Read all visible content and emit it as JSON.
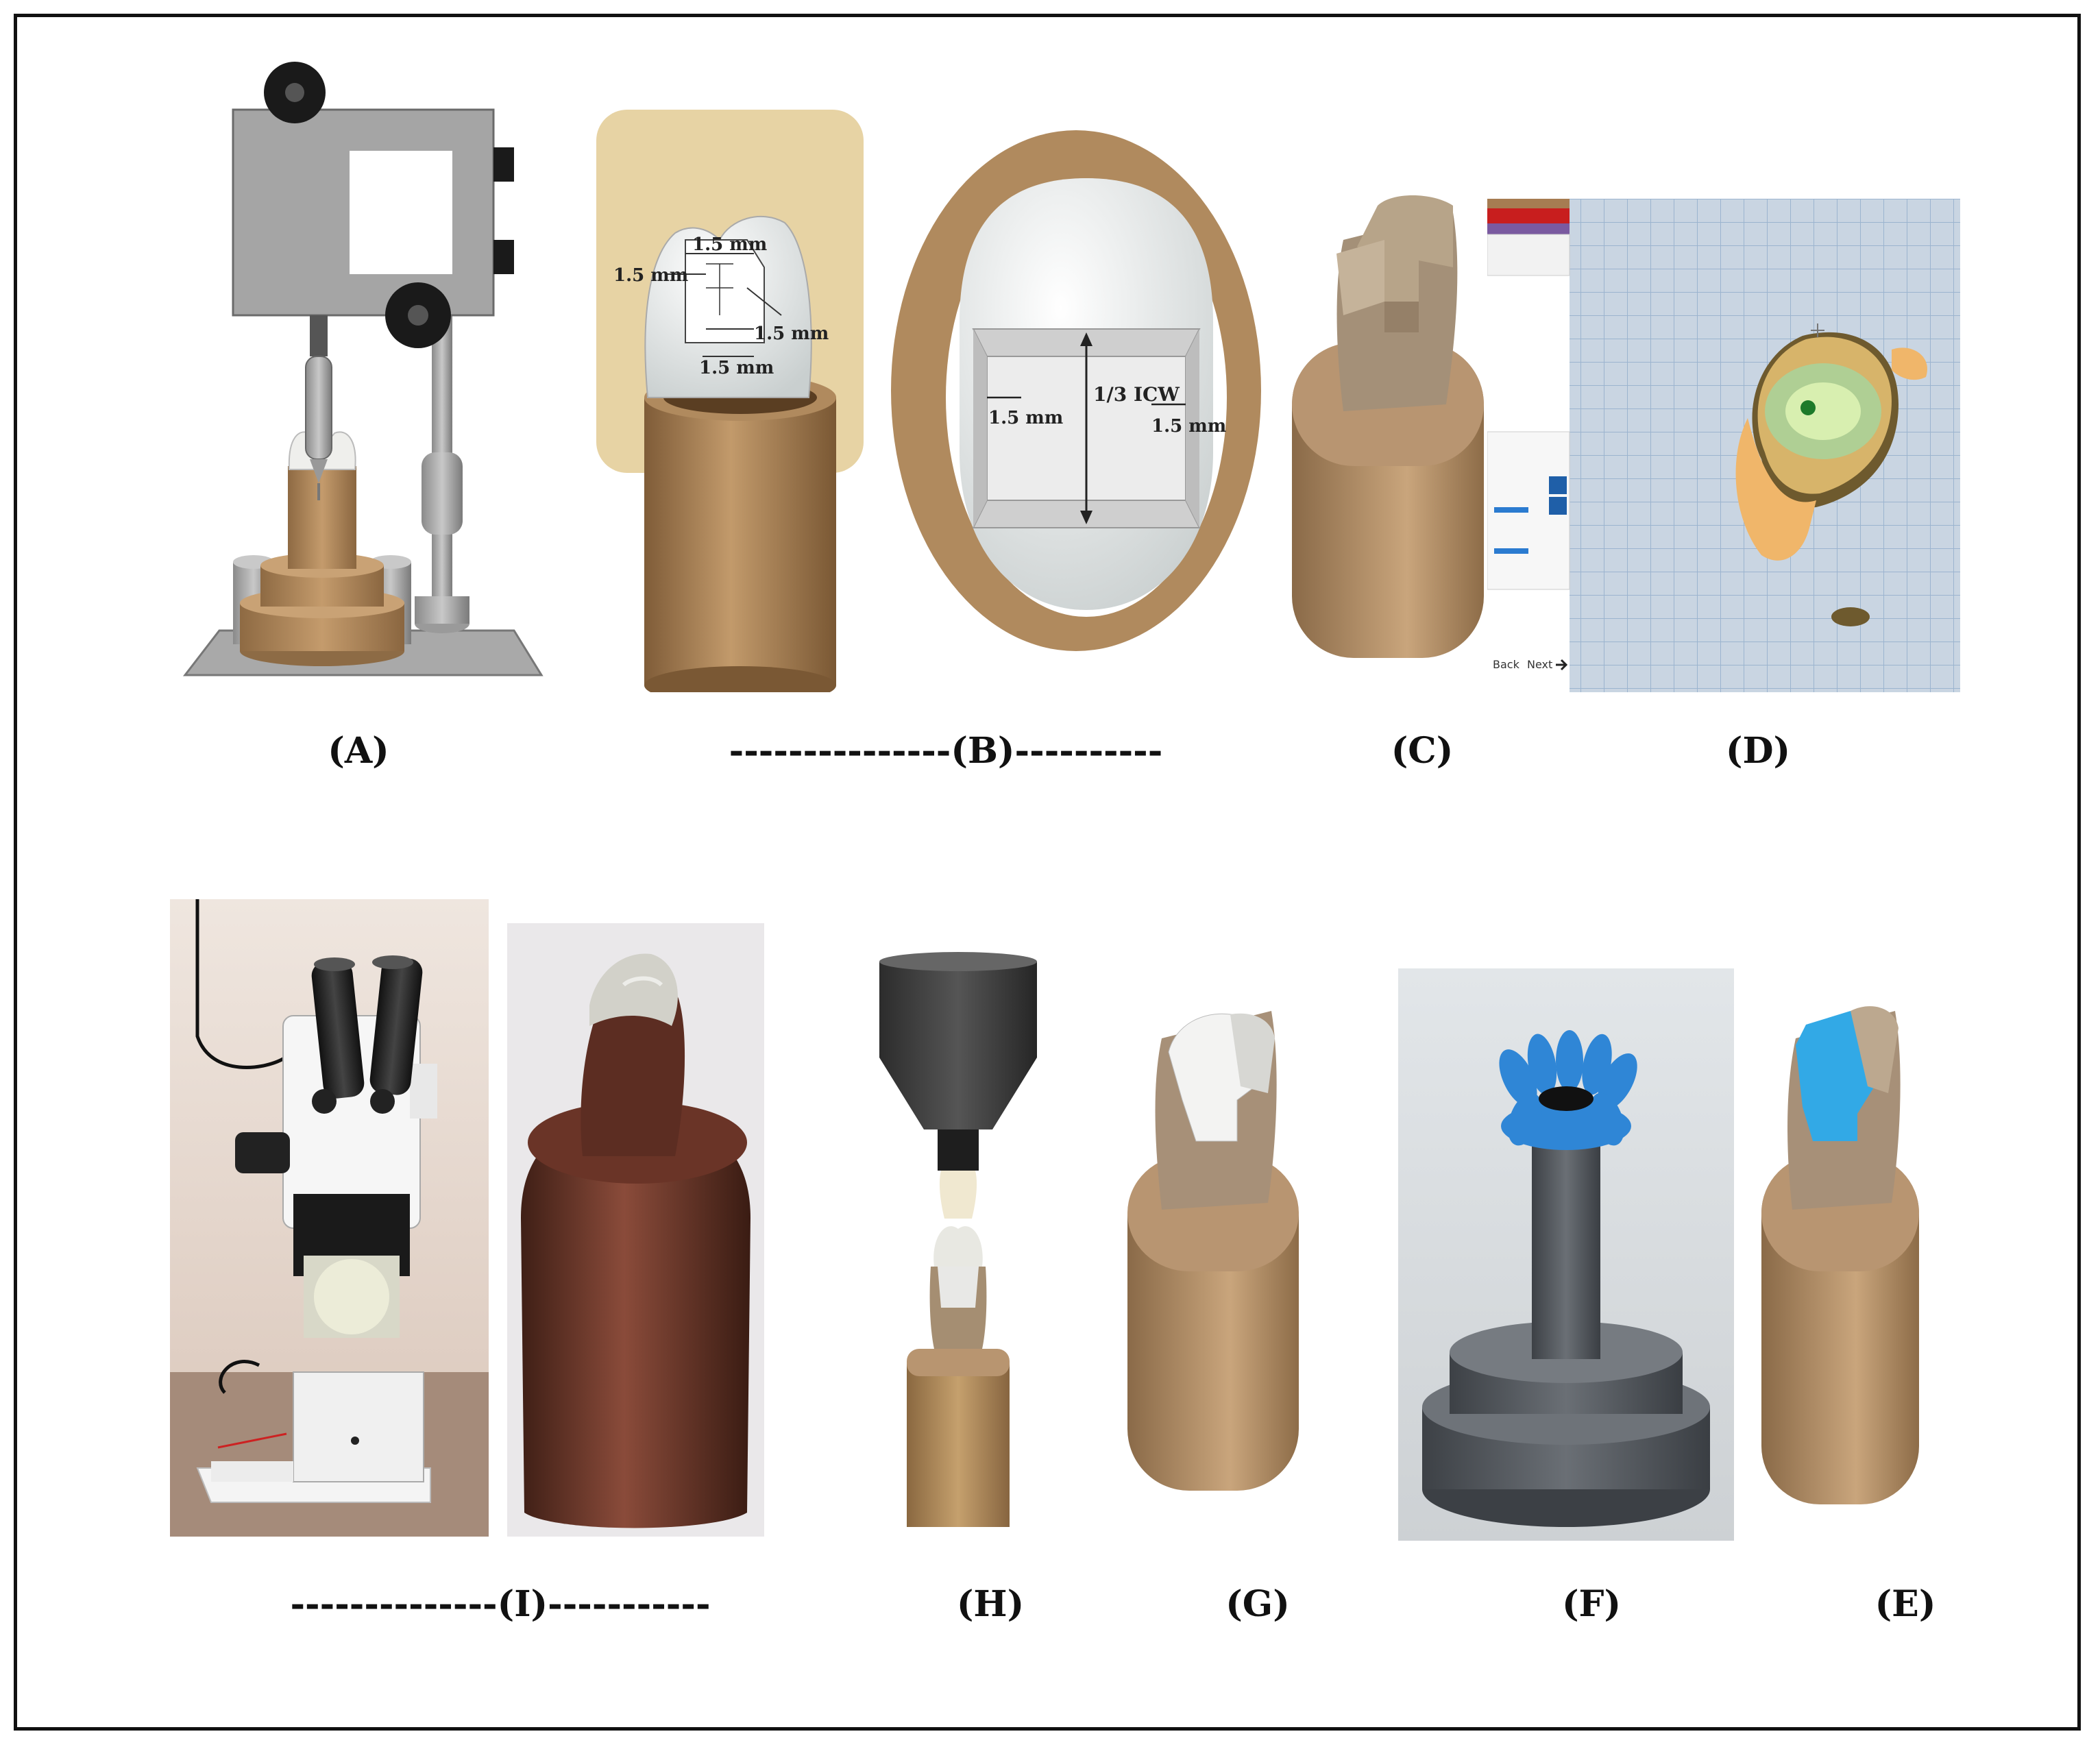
{
  "labels": {
    "a": "(A)",
    "b": "---------------(B)----------",
    "c": "(C)",
    "d": "(D)",
    "i": "--------------(I)-----------",
    "h": "(H)",
    "g": "(G)",
    "f": "(F)",
    "e": "(E)"
  },
  "panel_b": {
    "dim_top": "1.5 mm",
    "dim_left": "1.5 mm",
    "dim_right": "1.5 mm",
    "dim_bottom": "1.5 mm",
    "dim_ring_left": "1.5 mm",
    "dim_ring_right": "1.5 mm",
    "dim_icw": "1/3 ICW"
  },
  "panel_d": {
    "back_label": "Back",
    "next_label": "Next"
  },
  "colors": {
    "resin_tan": "#b08c63",
    "tooth_enamel": "#e6e6e2",
    "mount_gray": "#7c7c7c",
    "inlay_blue": "#2f86d6",
    "grid_blue": "#9bb4cf",
    "menu_red": "#c81e1e"
  }
}
